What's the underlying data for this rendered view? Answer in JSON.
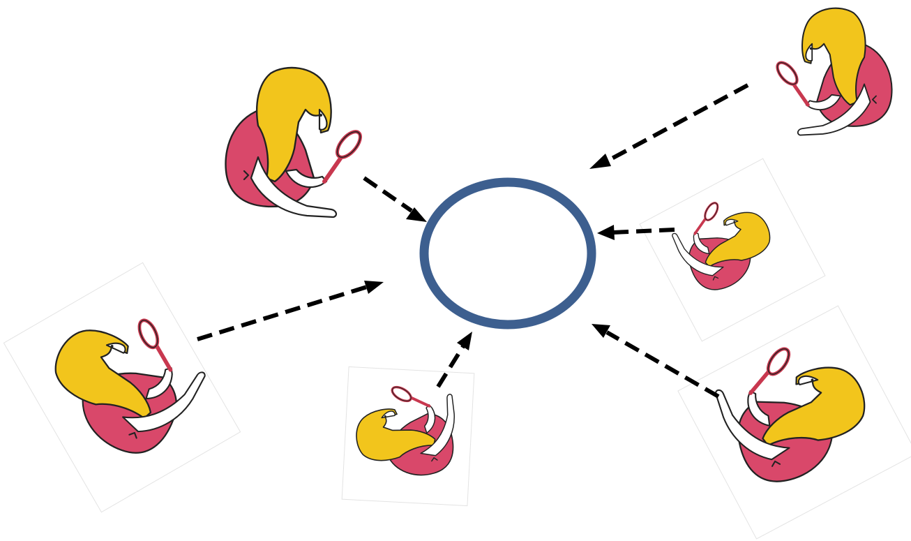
{
  "diagram": {
    "center": {
      "shape": "circle",
      "stroke_color": "#3d5f8f",
      "fill": "#ffffff"
    },
    "arrows": {
      "style": "dashed",
      "color": "#000000",
      "count": 6
    },
    "figures": {
      "count": 6,
      "description_icon": "person-with-magnifying-glass-icon",
      "hair_color": "#f2c51c",
      "shirt_color": "#d9486a",
      "magnifier_color": "#c8384f"
    }
  }
}
